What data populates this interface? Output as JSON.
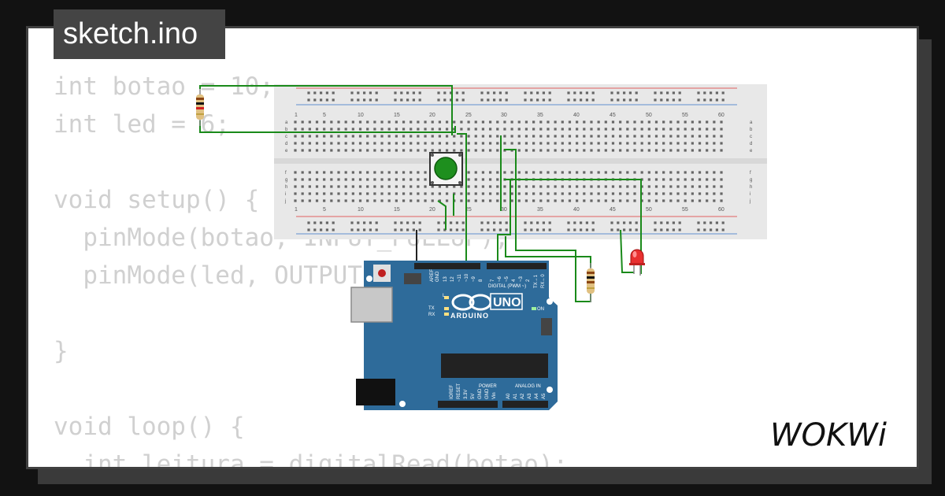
{
  "tab": {
    "filename": "sketch.ino"
  },
  "code_lines": [
    "int botao = 10;",
    "int led = 6;",
    "",
    "void setup() {",
    "  pinMode(botao, INPUT_PULLUP);",
    "  pinMode(led, OUTPUT);",
    "",
    "}",
    "",
    "void loop() {",
    "  int leitura = digitalRead(botao);"
  ],
  "breadboard": {
    "column_numbers": [
      "1",
      "5",
      "10",
      "15",
      "20",
      "25",
      "30",
      "35",
      "40",
      "45",
      "50",
      "55",
      "60"
    ],
    "row_letters_top": [
      "a",
      "b",
      "c",
      "d",
      "e"
    ],
    "row_letters_bottom": [
      "f",
      "g",
      "h",
      "i",
      "j"
    ]
  },
  "arduino": {
    "model": "UNO",
    "brand": "ARDUINO",
    "digital_label": "DIGITAL (PWM ~)",
    "pin_labels_right": [
      "AREF",
      "GND",
      "13",
      "12",
      "~11",
      "~10",
      "~9",
      "8",
      "7",
      "~6",
      "~5",
      "4",
      "~3",
      "2",
      "TX→1",
      "RX←0"
    ],
    "led_labels": [
      "L",
      "TX",
      "RX"
    ],
    "on_label": "ON",
    "power_label": "POWER",
    "analog_label": "ANALOG IN",
    "power_pins": [
      "IOREF",
      "RESET",
      "3.3V",
      "5V",
      "GND",
      "GND",
      "Vin"
    ],
    "analog_pins": [
      "A0",
      "A1",
      "A2",
      "A3",
      "A4",
      "A5"
    ]
  },
  "brand": {
    "logo_text": "WOKWi"
  },
  "colors": {
    "wire": "#1a8a1a",
    "board": "#2e6b9a",
    "button": "#22a022",
    "led": "#e83030",
    "breadboard": "#e8e8e8"
  }
}
